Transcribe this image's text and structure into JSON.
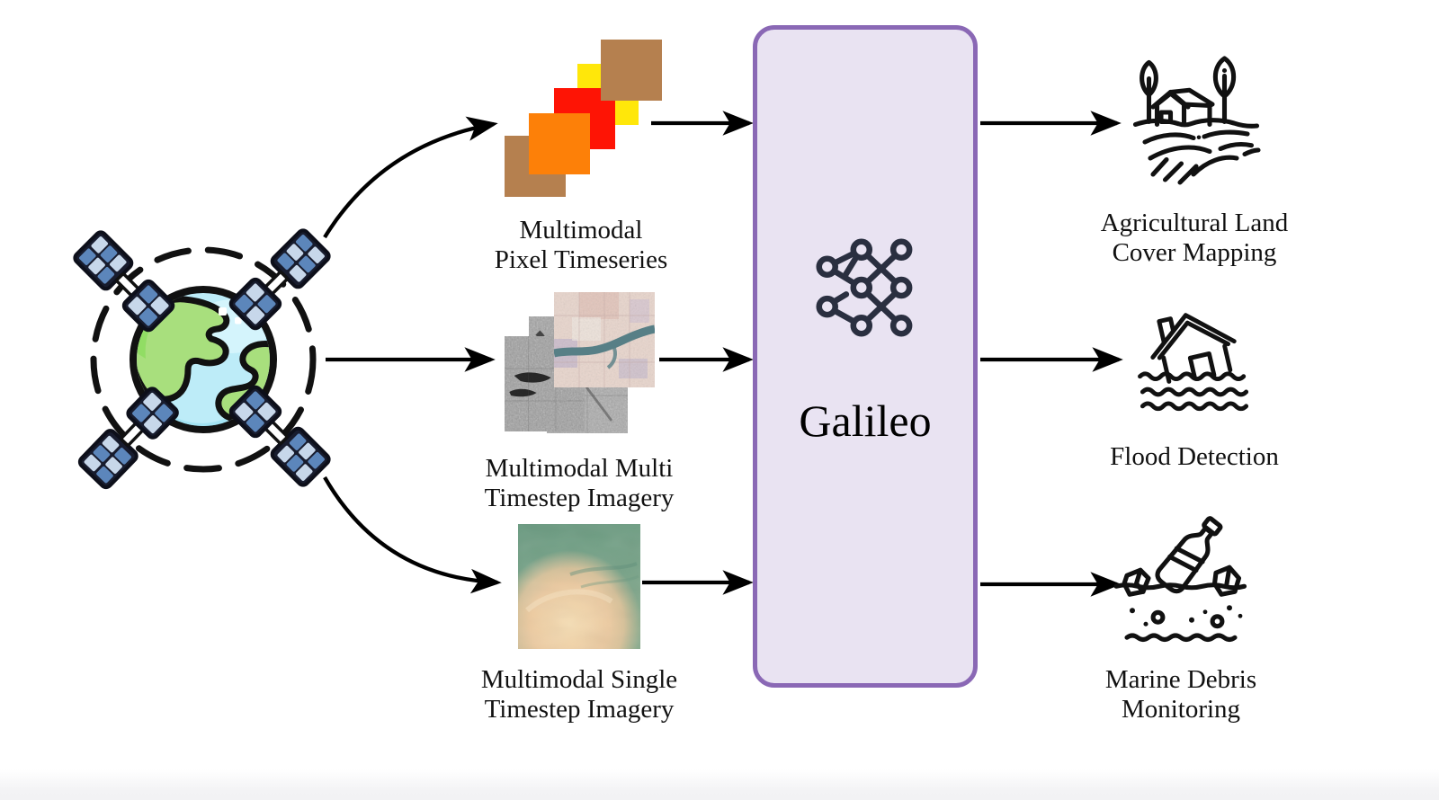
{
  "diagram": {
    "source": {
      "icon": "earth-with-orbiting-satellites"
    },
    "inputs": [
      {
        "id": "pixel-timeseries",
        "line1": "Multimodal",
        "line2": "Pixel Timeseries",
        "icon": "stacked-color-squares"
      },
      {
        "id": "multi-timestep",
        "line1": "Multimodal Multi",
        "line2": "Timestep Imagery",
        "icon": "satellite-image-stack"
      },
      {
        "id": "single-timestep",
        "line1": "Multimodal Single",
        "line2": "Timestep Imagery",
        "icon": "ocean-sand-satellite-image"
      }
    ],
    "model": {
      "label": "Galileo",
      "icon": "neural-network"
    },
    "outputs": [
      {
        "id": "agriculture",
        "line1": "Agricultural Land",
        "line2": "Cover Mapping",
        "icon": "farm-house-trees-field"
      },
      {
        "id": "flood",
        "line1": "Flood Detection",
        "line2": "",
        "icon": "flooded-house-waves"
      },
      {
        "id": "marine",
        "line1": "Marine Debris",
        "line2": "Monitoring",
        "icon": "bottle-debris-in-water"
      }
    ],
    "colors": {
      "model_box_fill": "#e9e3f2",
      "model_box_border": "#8a68b5",
      "arrow": "#000000",
      "timeseries_square_colors": [
        "#b5804f",
        "#fd8008",
        "#fe1405",
        "#ffe70a",
        "#b5804f"
      ]
    }
  }
}
